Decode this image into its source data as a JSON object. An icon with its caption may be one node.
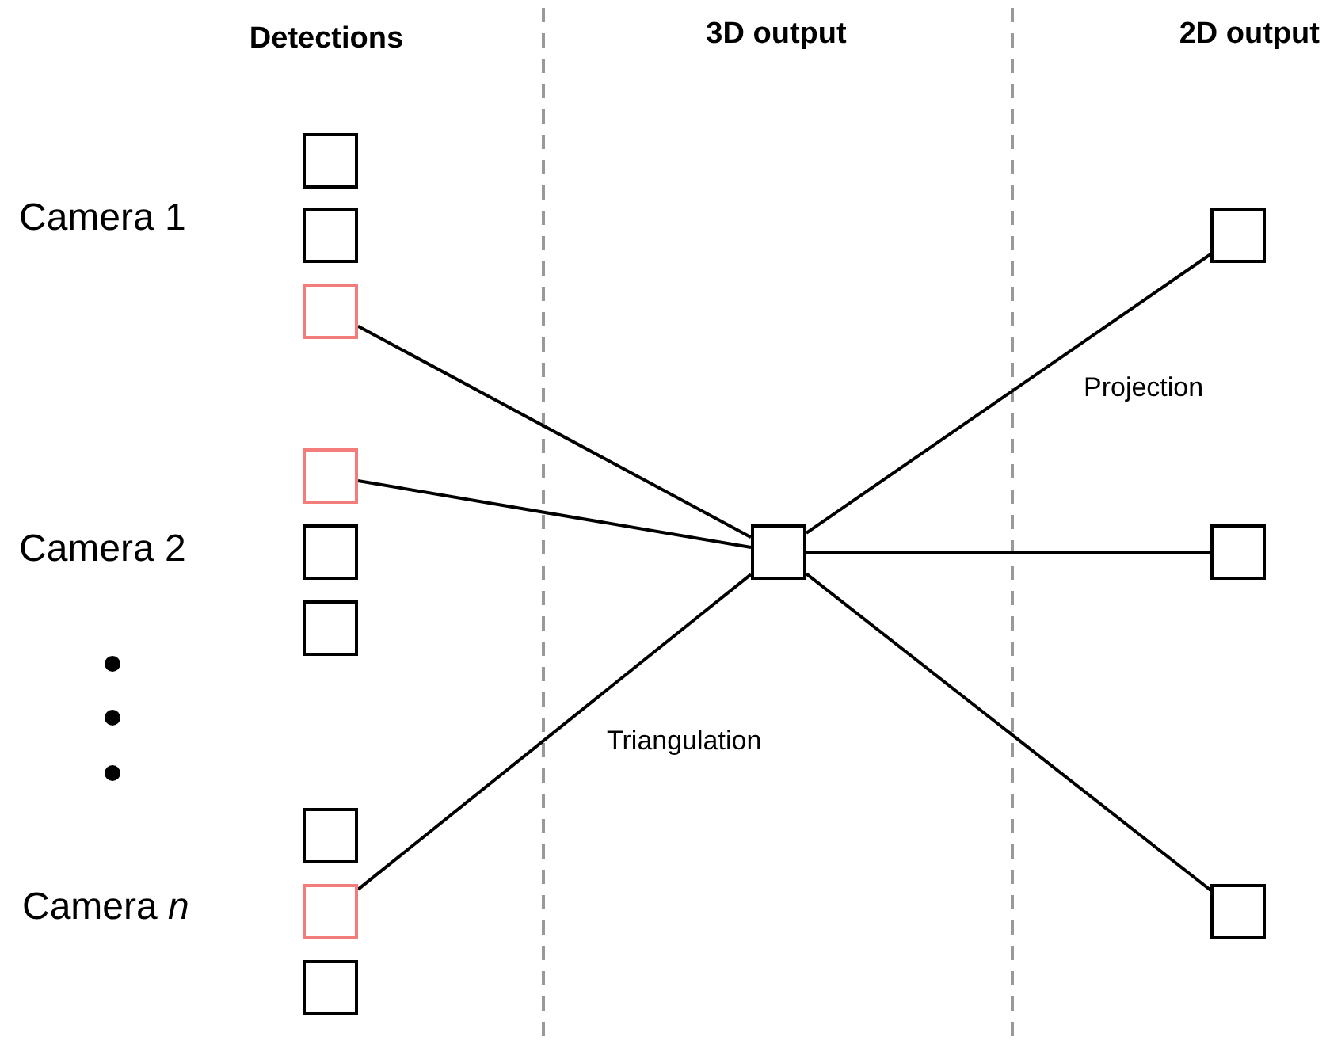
{
  "diagram": {
    "nodes": [
      {
        "text": [],
        "shape": "box"
      },
      {
        "text": [],
        "shape": "box"
      },
      {
        "text": [],
        "shape": "box"
      },
      {
        "text": [],
        "shape": "box"
      },
      {
        "text": [],
        "shape": "box"
      },
      {
        "text": [],
        "shape": "box"
      },
      {
        "text": [],
        "shape": "box"
      },
      {
        "text": [],
        "shape": "box"
      },
      {
        "text": [],
        "shape": "box"
      },
      {
        "text": [],
        "shape": "box"
      },
      {
        "text": [],
        "shape": "box"
      },
      {
        "text": [],
        "shape": "box"
      },
      {
        "text": [],
        "shape": "box"
      }
    ],
    "edges": [
      {
        "from": 2,
        "to": 9,
        "arrow": "none"
      },
      {
        "from": 3,
        "to": 9,
        "arrow": "none"
      },
      {
        "from": 7,
        "to": 9,
        "arrow": "none"
      },
      {
        "from": 9,
        "to": 10,
        "arrow": "none"
      },
      {
        "from": 9,
        "to": 11,
        "arrow": "none"
      },
      {
        "from": 9,
        "to": 12,
        "arrow": "none"
      }
    ],
    "labels": [
      "Detections",
      "3D output",
      "2D output",
      "Camera 1",
      "Camera 2",
      "Camera *n*",
      "Triangulation",
      "Projection"
    ]
  }
}
